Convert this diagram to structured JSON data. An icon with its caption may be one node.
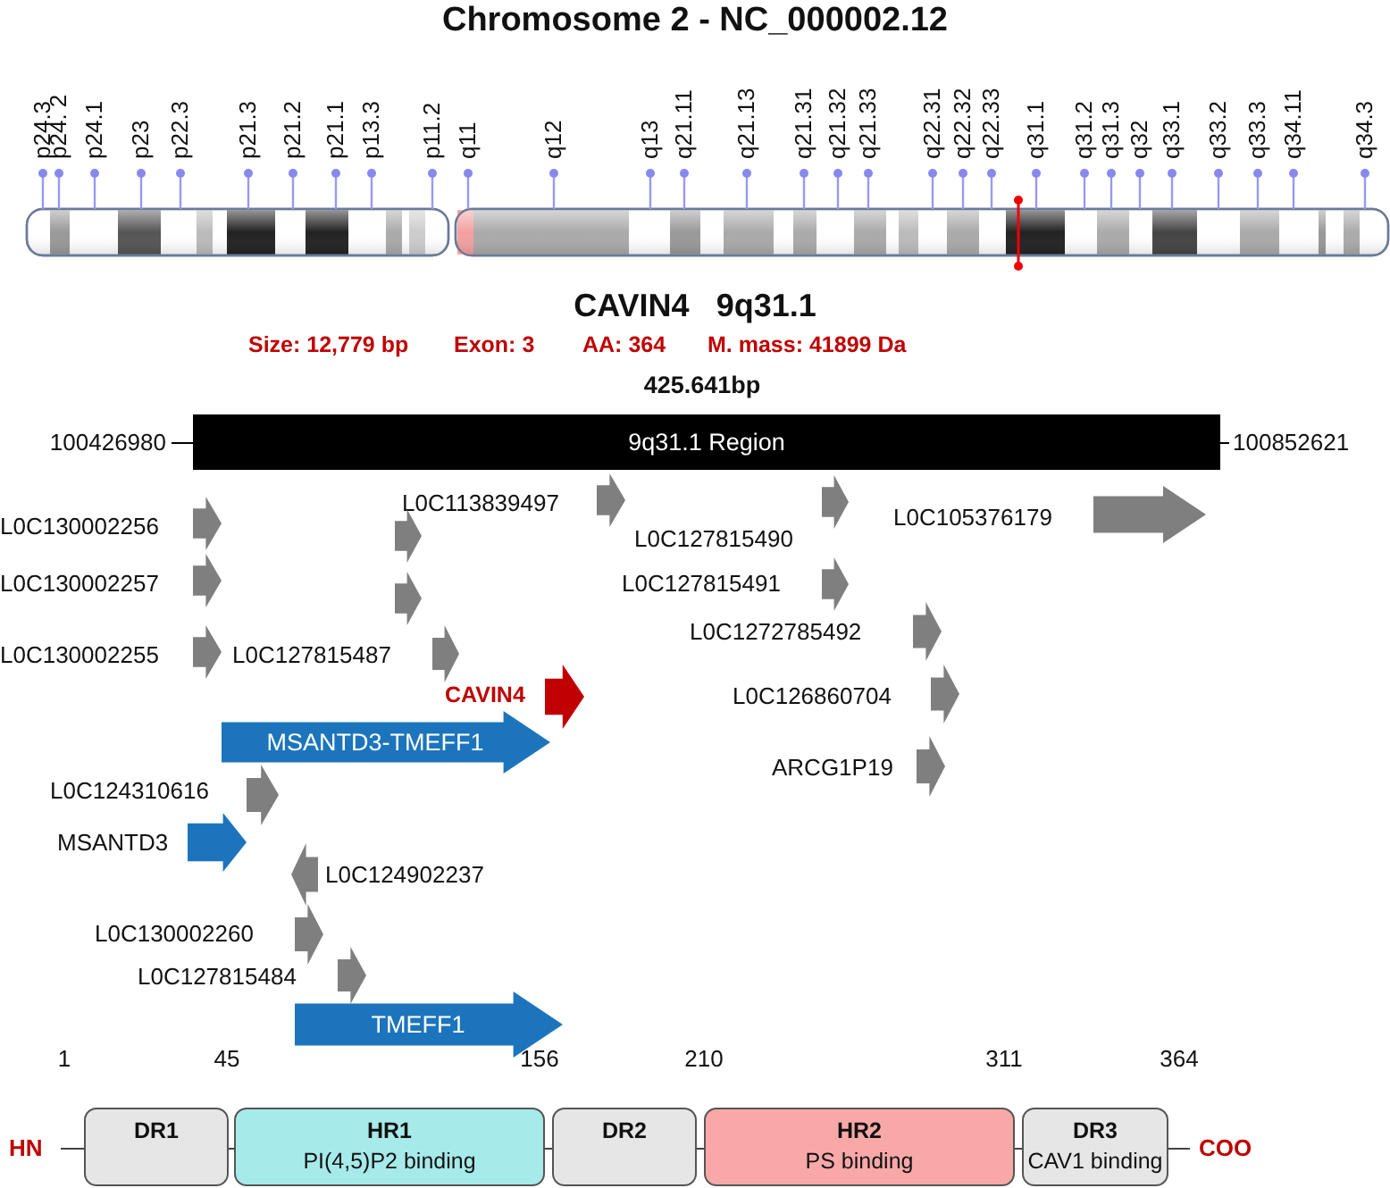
{
  "diagram": {
    "title": "Chromosome 2 - NC_000002.12",
    "nodes": [
      {
        "text": [
          "9q31.1 Region"
        ],
        "beside": [
          "425.641bp",
          "100426980",
          "100852621"
        ]
      },
      {
        "text": [
          "L0C113839497"
        ]
      },
      {
        "text": [
          "L0C105376179"
        ]
      },
      {
        "text": [
          "L0C130002256"
        ]
      },
      {
        "text": [],
        "shape": "arrow"
      },
      {
        "text": [
          "L0C127815490"
        ]
      },
      {
        "text": [
          "L0C130002257"
        ]
      },
      {
        "text": [],
        "shape": "arrow"
      },
      {
        "text": [
          "L0C127815491"
        ]
      },
      {
        "text": [
          "L0C1272785492"
        ]
      },
      {
        "text": [
          "L0C130002255"
        ]
      },
      {
        "text": [
          "L0C127815487"
        ]
      },
      {
        "text": [
          "CAVIN4"
        ]
      },
      {
        "text": [
          "L0C126860704"
        ]
      },
      {
        "text": [
          "MSANTD3-TMEFF1"
        ]
      },
      {
        "text": [
          "ARCG1P19"
        ]
      },
      {
        "text": [
          "L0C124310616"
        ]
      },
      {
        "text": [
          "MSANTD3"
        ]
      },
      {
        "text": [
          "L0C124902237"
        ]
      },
      {
        "text": [
          "L0C130002260"
        ]
      },
      {
        "text": [
          "L0C127815484"
        ]
      },
      {
        "text": [
          "TMEFF1"
        ]
      },
      {
        "text": [
          "DR1"
        ]
      },
      {
        "text": [
          "HR1",
          "PI(4,5)P2 binding"
        ]
      },
      {
        "text": [
          "DR2"
        ]
      },
      {
        "text": [
          "HR2",
          "PS binding"
        ]
      },
      {
        "text": [
          "DR3",
          "CAV1 binding"
        ]
      }
    ],
    "labels": [
      "p24.3",
      "p24. 2",
      "p24.1",
      "p23",
      "p22.3",
      "p21.3",
      "p21.2",
      "p21.1",
      "p13.3",
      "p11.2",
      "q11",
      "q12",
      "q13",
      "q21.11",
      "q21.13",
      "q21.31",
      "q21.32",
      "q21.33",
      "q22.31",
      "q22.32",
      "q22.33",
      "q31.1",
      "q31.2",
      "q31.3",
      "q32",
      "q33.1",
      "q33.2",
      "q33.3",
      "q34.11",
      "q34.3",
      "CAVIN4 9q31.1",
      "Size: 12,779 bp",
      "Exon: 3",
      "AA: 364",
      "M. mass: 41899 Da",
      "1",
      "45",
      "156",
      "210",
      "311",
      "364",
      "HN",
      "COO"
    ]
  }
}
